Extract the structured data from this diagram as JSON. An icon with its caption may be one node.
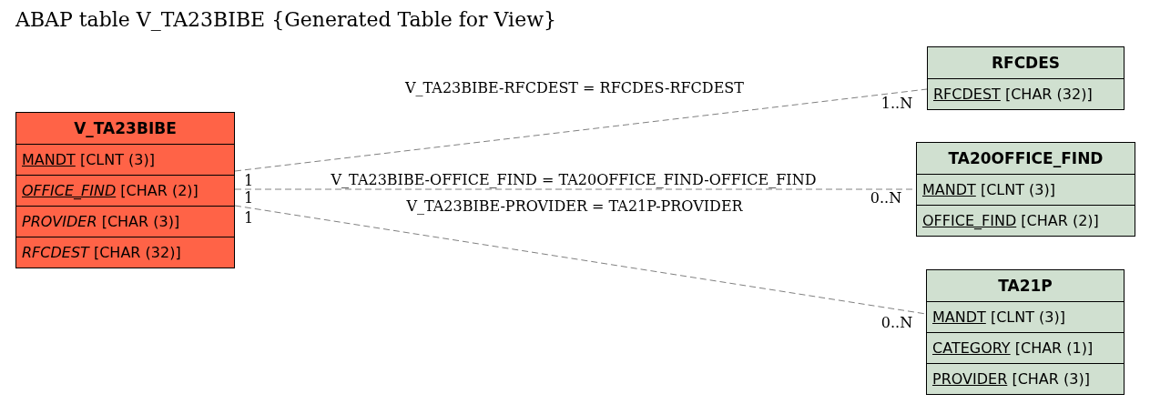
{
  "diagram": {
    "title": "ABAP table V_TA23BIBE {Generated Table for View}",
    "nodes": [
      {
        "text": [
          "V_TA23BIBE"
        ]
      },
      {
        "text": [
          "MANDT [CLNT (3)]"
        ],
        "in": 0
      },
      {
        "text": [
          "*OFFICE_FIND* [CHAR (2)]"
        ],
        "in": 0
      },
      {
        "text": [
          "*PROVIDER* [CHAR (3)]"
        ],
        "in": 0
      },
      {
        "text": [
          "*RFCDEST* [CHAR (32)]"
        ],
        "in": 0
      },
      {
        "text": [
          "RFCDES"
        ]
      },
      {
        "text": [
          "RFCDEST [CHAR (32)]"
        ],
        "in": 5
      },
      {
        "text": [
          "TA20OFFICE_FIND"
        ]
      },
      {
        "text": [
          "MANDT [CLNT (3)]"
        ],
        "in": 7
      },
      {
        "text": [
          "OFFICE_FIND [CHAR (2)]"
        ],
        "in": 7
      },
      {
        "text": [
          "TA21P"
        ]
      },
      {
        "text": [
          "MANDT [CLNT (3)]"
        ],
        "in": 10
      },
      {
        "text": [
          "CATEGORY [CHAR (1)]"
        ],
        "in": 10
      },
      {
        "text": [
          "PROVIDER [CHAR (3)]"
        ],
        "in": 10
      }
    ],
    "edges": [
      {
        "from": 0,
        "to": 5,
        "arrow": "none",
        "style": "dashed",
        "label": "V_TA23BIBE-RFCDEST = RFCDES-RFCDEST"
      },
      {
        "from": 0,
        "to": 7,
        "arrow": "none",
        "style": "dashed",
        "label": "V_TA23BIBE-OFFICE_FIND = TA20OFFICE_FIND-OFFICE_FIND"
      },
      {
        "from": 0,
        "to": 10,
        "arrow": "none",
        "style": "dashed",
        "label": "V_TA23BIBE-PROVIDER = TA21P-PROVIDER"
      }
    ],
    "labels": [
      "1..N",
      "1",
      "1",
      "0..N",
      "1",
      "0..N"
    ]
  }
}
